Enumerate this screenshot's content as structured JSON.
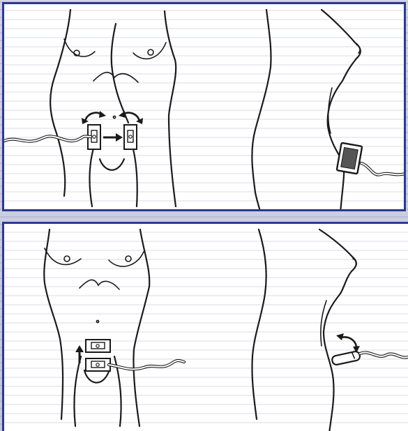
{
  "figure": {
    "panels": [
      {
        "id": "top",
        "views": [
          "front-torso",
          "side-torso"
        ],
        "front_electrode_motion": "rotate-and-slide-right",
        "side_electrode": "dark-pad-on-hip"
      },
      {
        "id": "bottom",
        "views": [
          "front-torso",
          "side-torso"
        ],
        "front_electrode_motion": "move-up",
        "side_electrode": "cylindrical-probe-at-hip"
      }
    ],
    "colors": {
      "panel_border": "#2b3990",
      "line": "#1a1a1a",
      "background": "#c8cbe0",
      "pad_fill": "#555555"
    },
    "icons": [
      "arrow-right-icon",
      "rotate-left-icon",
      "rotate-right-icon",
      "arrow-up-icon",
      "curved-double-arrow-icon"
    ]
  }
}
